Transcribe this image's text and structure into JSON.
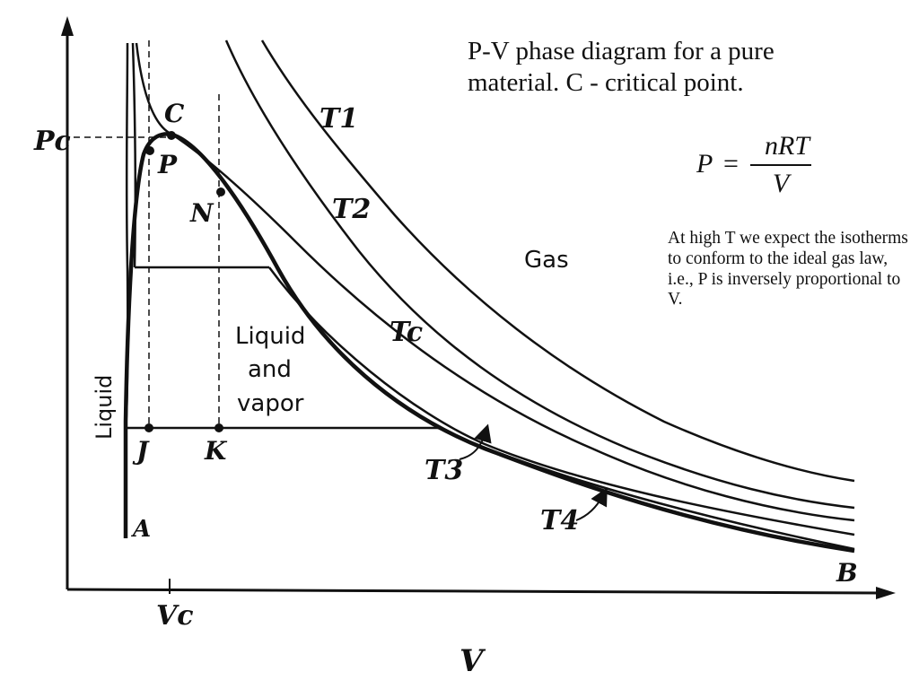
{
  "title": {
    "line1": "P-V phase diagram for a pure",
    "line2": "material. C - critical point."
  },
  "formula": {
    "lhs": "P",
    "eq": "=",
    "numerator": "nRT",
    "denominator": "V"
  },
  "note": "At high T we expect the isotherms to conform to the ideal gas law, i.e., P is inversely proportional to V.",
  "axes": {
    "x_label": "V",
    "pc_label": "Pc",
    "vc_label": "Vc"
  },
  "isotherms": {
    "t1": "T1",
    "t2": "T2",
    "tc": "Tc",
    "t3": "T3",
    "t4": "T4"
  },
  "points": {
    "c": "C",
    "p": "P",
    "n": "N",
    "j": "J",
    "k": "K",
    "a": "A",
    "b": "B"
  },
  "regions": {
    "gas": "Gas",
    "liquid": "Liquid",
    "liquid_and": "Liquid",
    "and": "and",
    "vapor": "vapor"
  }
}
